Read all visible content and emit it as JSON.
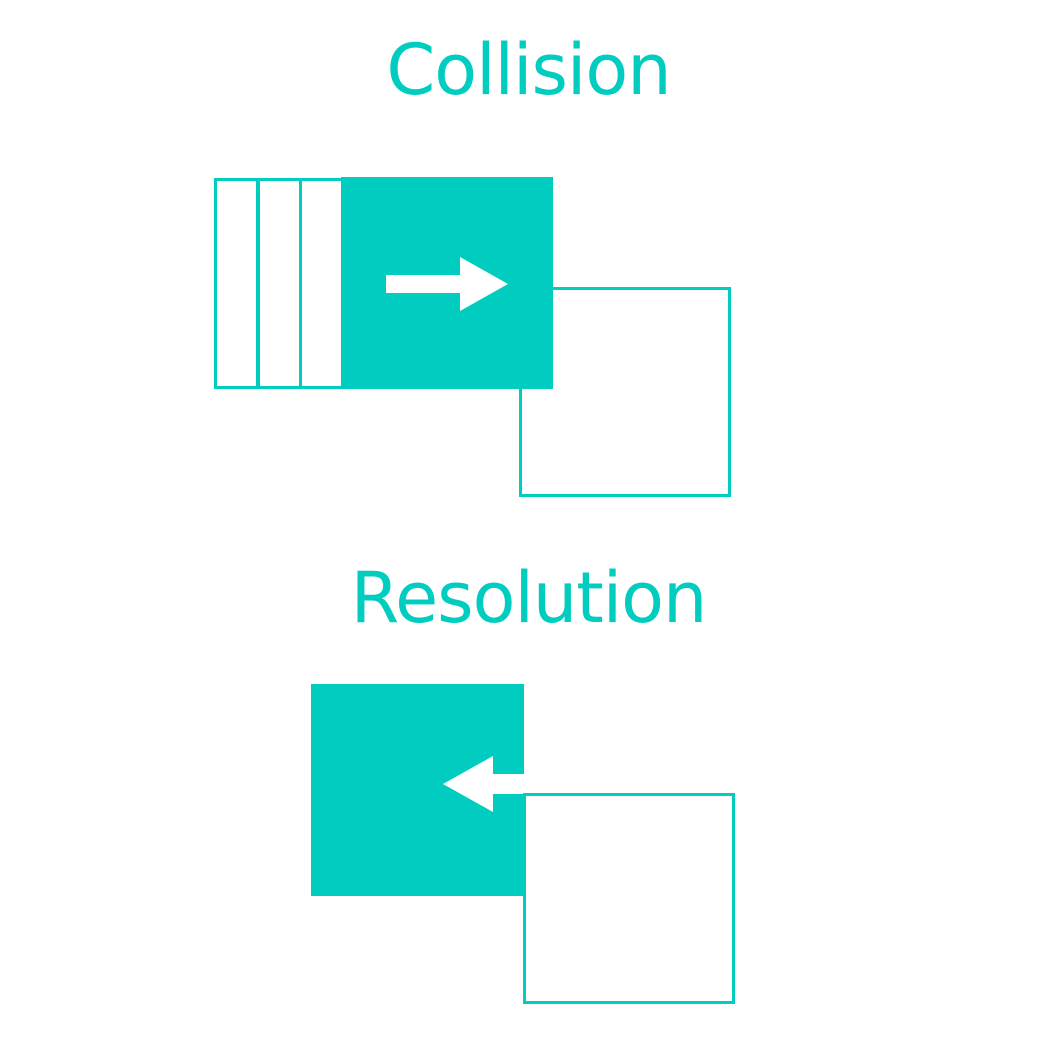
{
  "colors": {
    "accent": "#00cdbf",
    "background": "#ffffff",
    "arrow": "#ffffff"
  },
  "collision": {
    "title": "Collision",
    "motion_trail_frames": 3,
    "arrow_direction": "right"
  },
  "resolution": {
    "title": "Resolution",
    "arrow_direction": "left"
  }
}
